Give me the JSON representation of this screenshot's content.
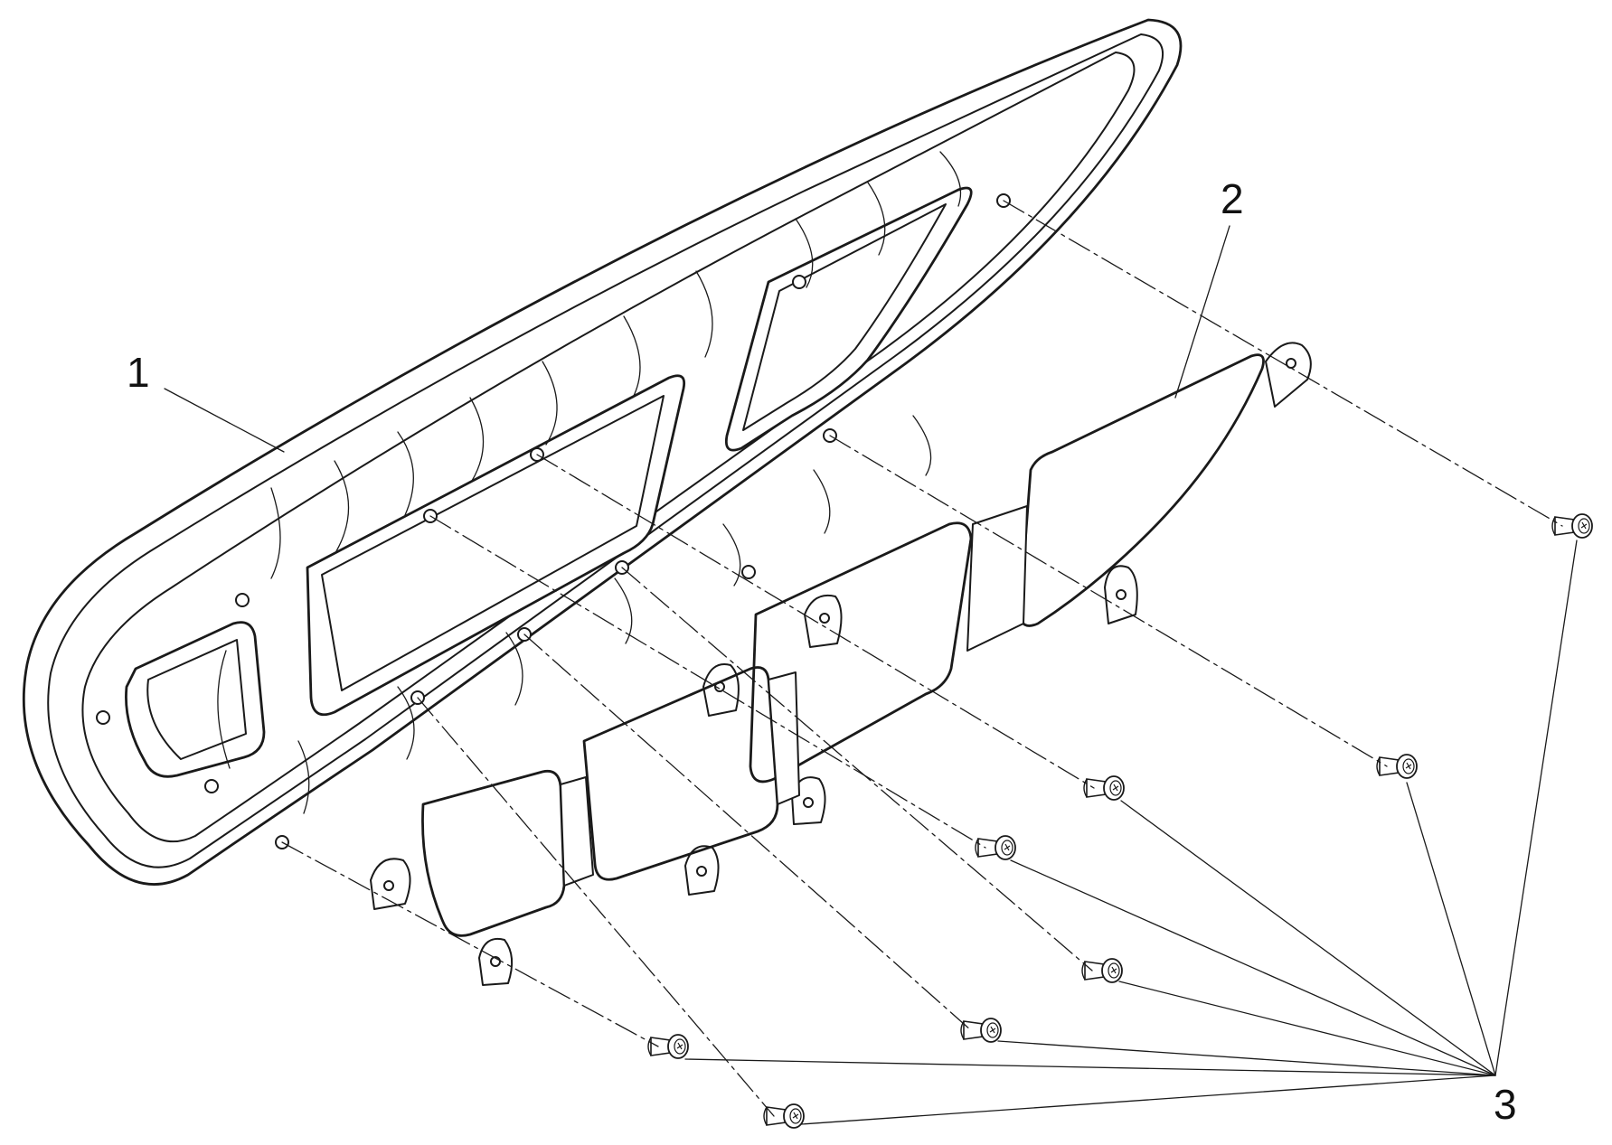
{
  "callouts": {
    "part_1": "1",
    "part_2": "2",
    "part_3": "3"
  },
  "colors": {
    "line": "#1a1a1a",
    "background": "#ffffff"
  }
}
